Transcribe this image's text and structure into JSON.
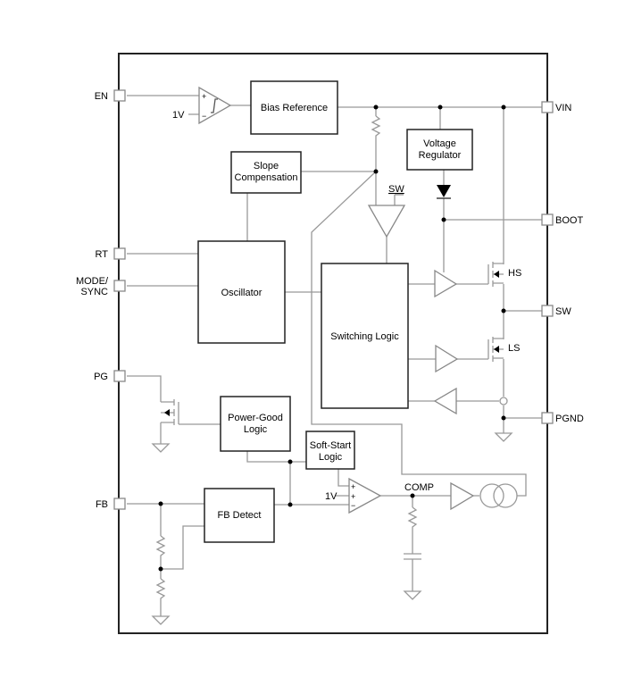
{
  "pins": {
    "en": "EN",
    "rt": "RT",
    "mode_1": "MODE/",
    "mode_2": "SYNC",
    "pg": "PG",
    "fb": "FB",
    "vin": "VIN",
    "boot": "BOOT",
    "sw": "SW",
    "pgnd": "PGND"
  },
  "blocks": {
    "bias_reference": "Bias Reference",
    "slope_comp_1": "Slope",
    "slope_comp_2": "Compensation",
    "voltage_reg_1": "Voltage",
    "voltage_reg_2": "Regulator",
    "oscillator": "Oscillator",
    "switching_logic": "Switching Logic",
    "power_good_1": "Power-Good",
    "power_good_2": "Logic",
    "soft_start_1": "Soft-Start",
    "soft_start_2": "Logic",
    "fb_detect": "FB Detect"
  },
  "labels": {
    "en_ref": "1V",
    "amp_ref": "1V",
    "sw_sense": "SW",
    "hs": "HS",
    "ls": "LS",
    "comp": "COMP",
    "plus": "+",
    "minus": "−"
  }
}
